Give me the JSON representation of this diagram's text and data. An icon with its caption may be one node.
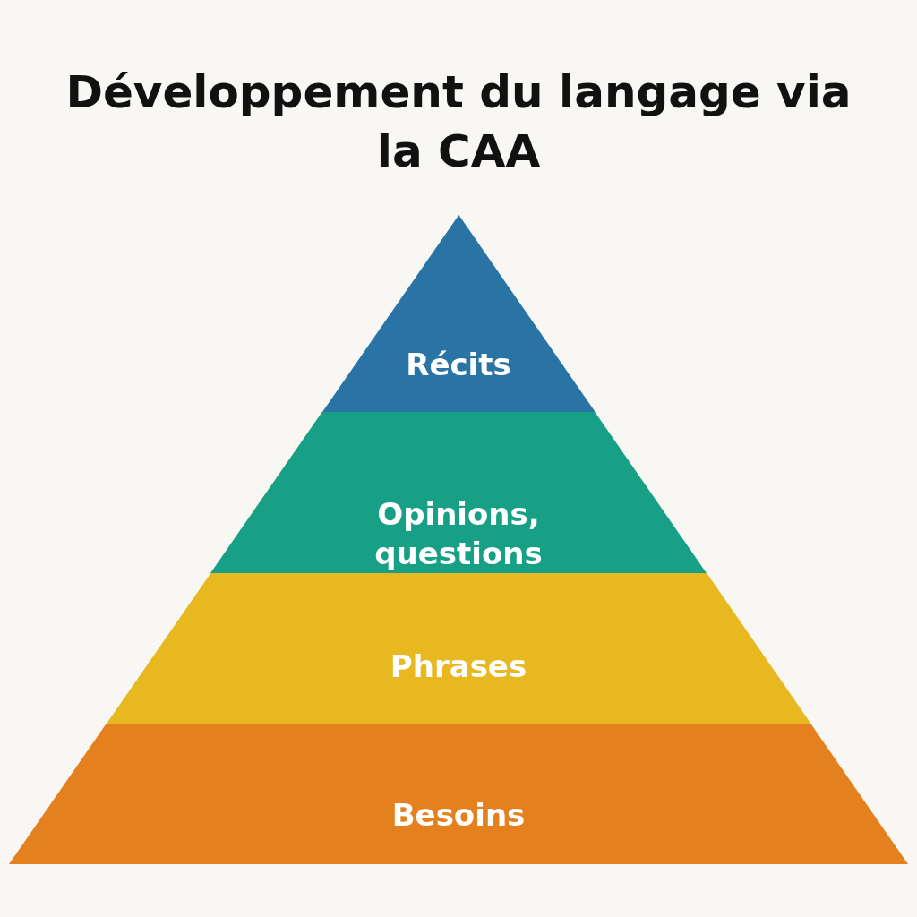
{
  "diagram": {
    "title": "Développement du langage via la CAA",
    "nodes": [
      {
        "text": [
          "Récits"
        ]
      },
      {
        "text": [
          "Opinions, questions"
        ]
      },
      {
        "text": [
          "Phrases"
        ]
      },
      {
        "text": [
          "Besoins"
        ]
      }
    ],
    "edges": []
  }
}
